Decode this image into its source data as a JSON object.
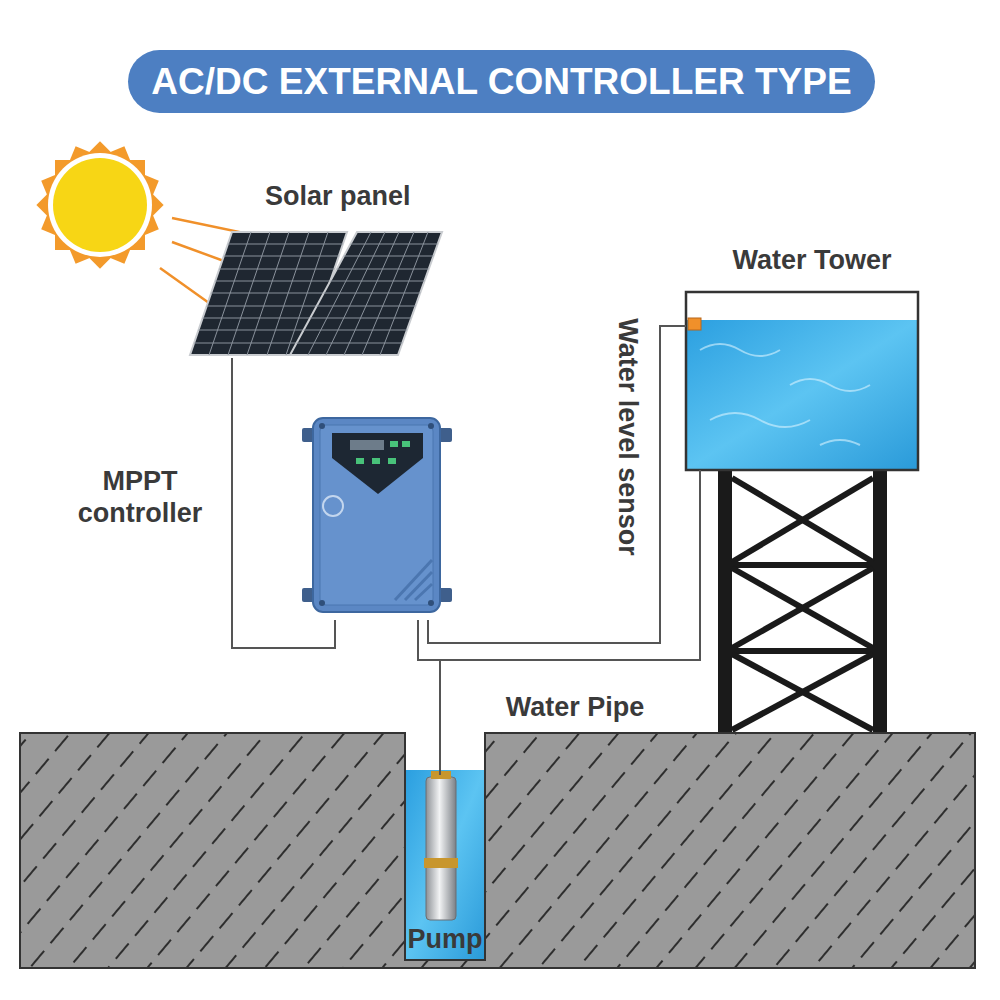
{
  "diagram": {
    "title": "AC/DC EXTERNAL CONTROLLER TYPE",
    "nodes": [
      {
        "text": [
          "Solar panel"
        ]
      },
      {
        "text": [
          "MPPT controller"
        ]
      },
      {
        "text": [
          "Water Tower"
        ]
      },
      {
        "text": [
          "Pump"
        ]
      }
    ],
    "edges": [
      {
        "from": 0,
        "to": 1,
        "arrow": "none"
      },
      {
        "from": 1,
        "to": 2,
        "arrow": "none"
      },
      {
        "from": 1,
        "to": 3,
        "arrow": "none"
      },
      {
        "from": 3,
        "to": 2,
        "arrow": "none"
      }
    ],
    "labels": [
      "Water level sensor",
      "Water Pipe"
    ]
  }
}
